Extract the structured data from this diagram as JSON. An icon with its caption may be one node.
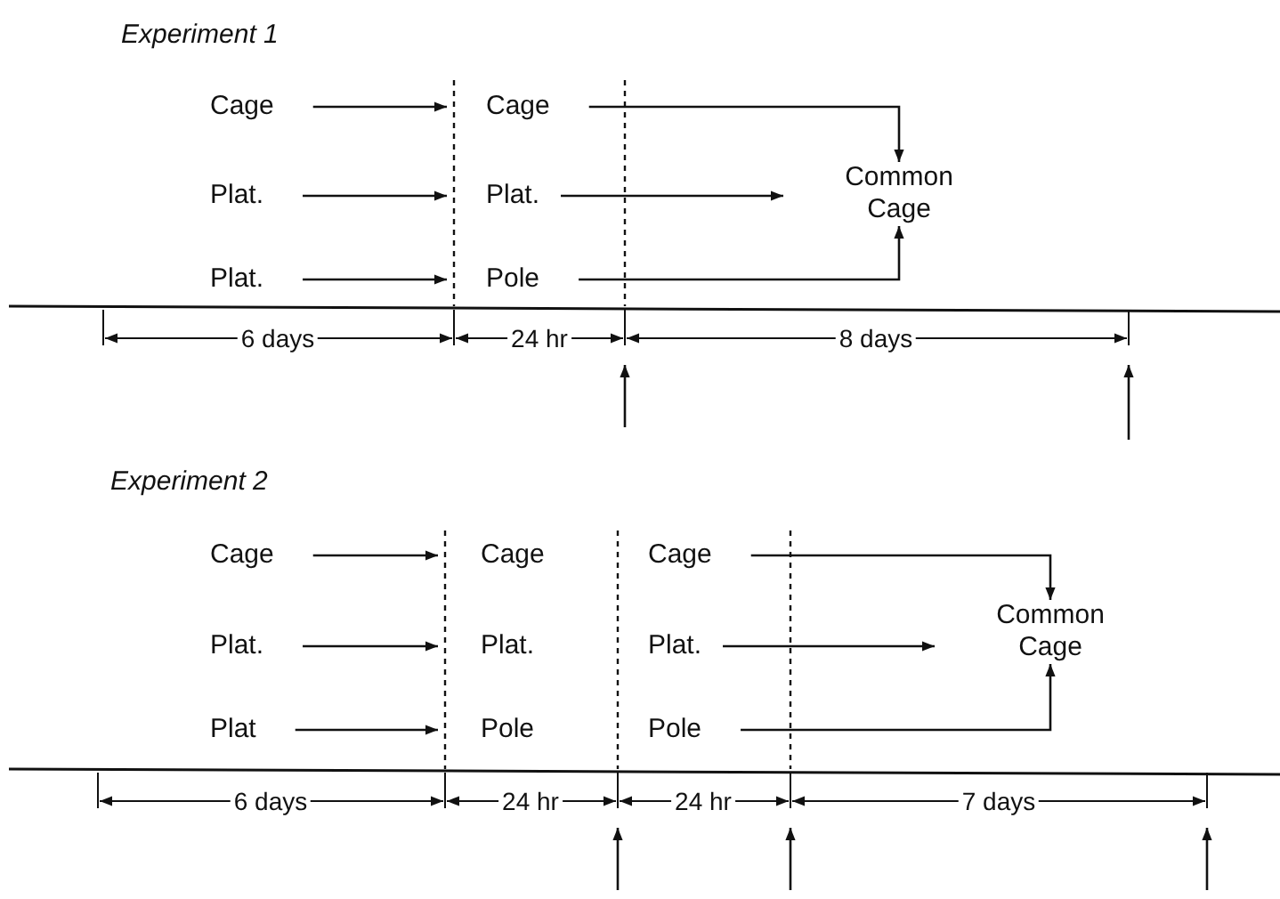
{
  "diagram": {
    "nodes": [
      {
        "text": [
          "Cage"
        ]
      },
      {
        "text": [
          "Plat."
        ]
      },
      {
        "text": [
          "Plat."
        ]
      },
      {
        "text": [
          "Cage"
        ]
      },
      {
        "text": [
          "Plat."
        ]
      },
      {
        "text": [
          "Pole"
        ]
      },
      {
        "text": [
          "Common Cage"
        ]
      },
      {
        "text": [
          "Cage"
        ]
      },
      {
        "text": [
          "Plat."
        ]
      },
      {
        "text": [
          "Plat"
        ]
      },
      {
        "text": [
          "Cage"
        ]
      },
      {
        "text": [
          "Plat."
        ]
      },
      {
        "text": [
          "Pole"
        ]
      },
      {
        "text": [
          "Cage"
        ]
      },
      {
        "text": [
          "Plat."
        ]
      },
      {
        "text": [
          "Pole"
        ]
      },
      {
        "text": [
          "Common Cage"
        ]
      }
    ],
    "edges": [
      {
        "from": 0,
        "to": 3,
        "arrow": "to"
      },
      {
        "from": 1,
        "to": 4,
        "arrow": "to"
      },
      {
        "from": 2,
        "to": 5,
        "arrow": "to"
      },
      {
        "from": 3,
        "to": 6,
        "arrow": "to"
      },
      {
        "from": 4,
        "to": 6,
        "arrow": "to"
      },
      {
        "from": 5,
        "to": 6,
        "arrow": "to"
      },
      {
        "from": 7,
        "to": 10,
        "arrow": "to"
      },
      {
        "from": 8,
        "to": 11,
        "arrow": "to"
      },
      {
        "from": 9,
        "to": 12,
        "arrow": "to"
      },
      {
        "from": 13,
        "to": 16,
        "arrow": "to"
      },
      {
        "from": 14,
        "to": 16,
        "arrow": "to"
      },
      {
        "from": 15,
        "to": 16,
        "arrow": "to"
      }
    ],
    "labels": [
      "Experiment 1",
      "6 days",
      "24 hr",
      "8 days",
      "Experiment 2",
      "6 days",
      "24 hr",
      "24 hr",
      "7 days"
    ]
  }
}
